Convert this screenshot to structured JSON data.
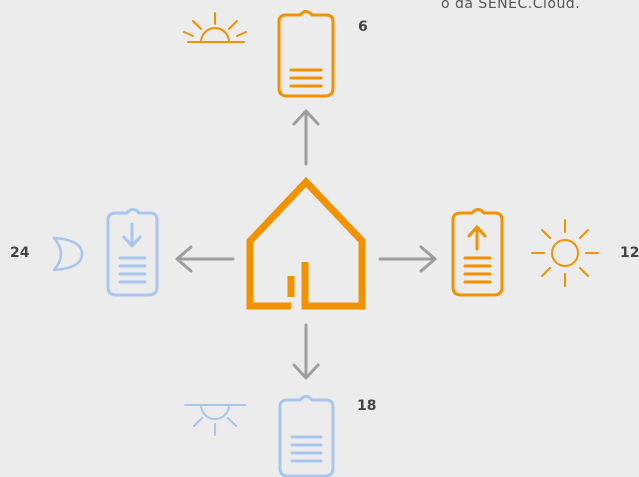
{
  "caption": "o da SENEC.Cloud.",
  "labels": {
    "top": "6",
    "right": "12",
    "bottom": "18",
    "left": "24"
  },
  "colors": {
    "orange": "#f39200",
    "blue": "#a9c6ee",
    "arrow": "#9e9e9e",
    "background": "#ececec"
  },
  "icons": {
    "top_sky": "sunrise-icon",
    "top_battery": "battery-empty-icon",
    "right_battery": "battery-charging-icon",
    "right_sky": "sun-icon",
    "bottom_sky": "sunset-icon",
    "bottom_battery": "battery-empty-icon",
    "left_battery": "battery-discharging-icon",
    "left_sky": "moon-icon",
    "center": "house-icon"
  }
}
